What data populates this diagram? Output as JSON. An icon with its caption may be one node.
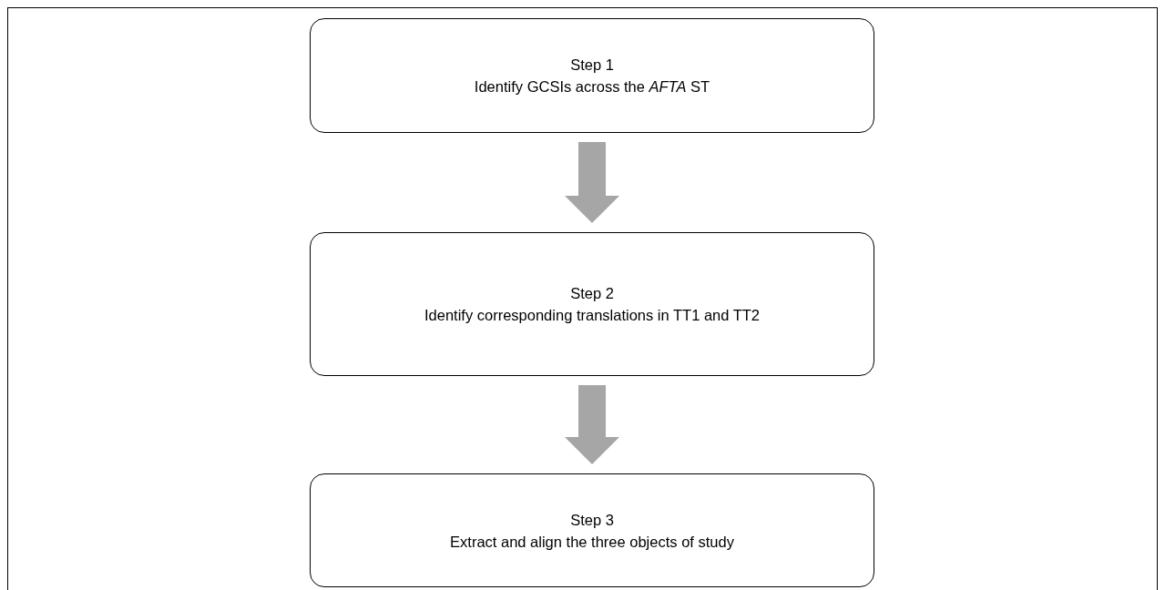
{
  "diagram": {
    "nodes": [
      {
        "text": [
          "Step 1",
          "Identify GCSIs across the *AFTA* ST"
        ]
      },
      {
        "text": [
          "Step 2",
          "Identify corresponding translations in TT1 and TT2"
        ]
      },
      {
        "text": [
          "Step 3",
          "Extract and align the three objects of study"
        ]
      }
    ],
    "edges": [
      {
        "from": 0,
        "to": 1,
        "arrow": "to",
        "style": "thick",
        "color": "#a6a6a6"
      },
      {
        "from": 1,
        "to": 2,
        "arrow": "to",
        "style": "thick",
        "color": "#a6a6a6"
      }
    ]
  }
}
